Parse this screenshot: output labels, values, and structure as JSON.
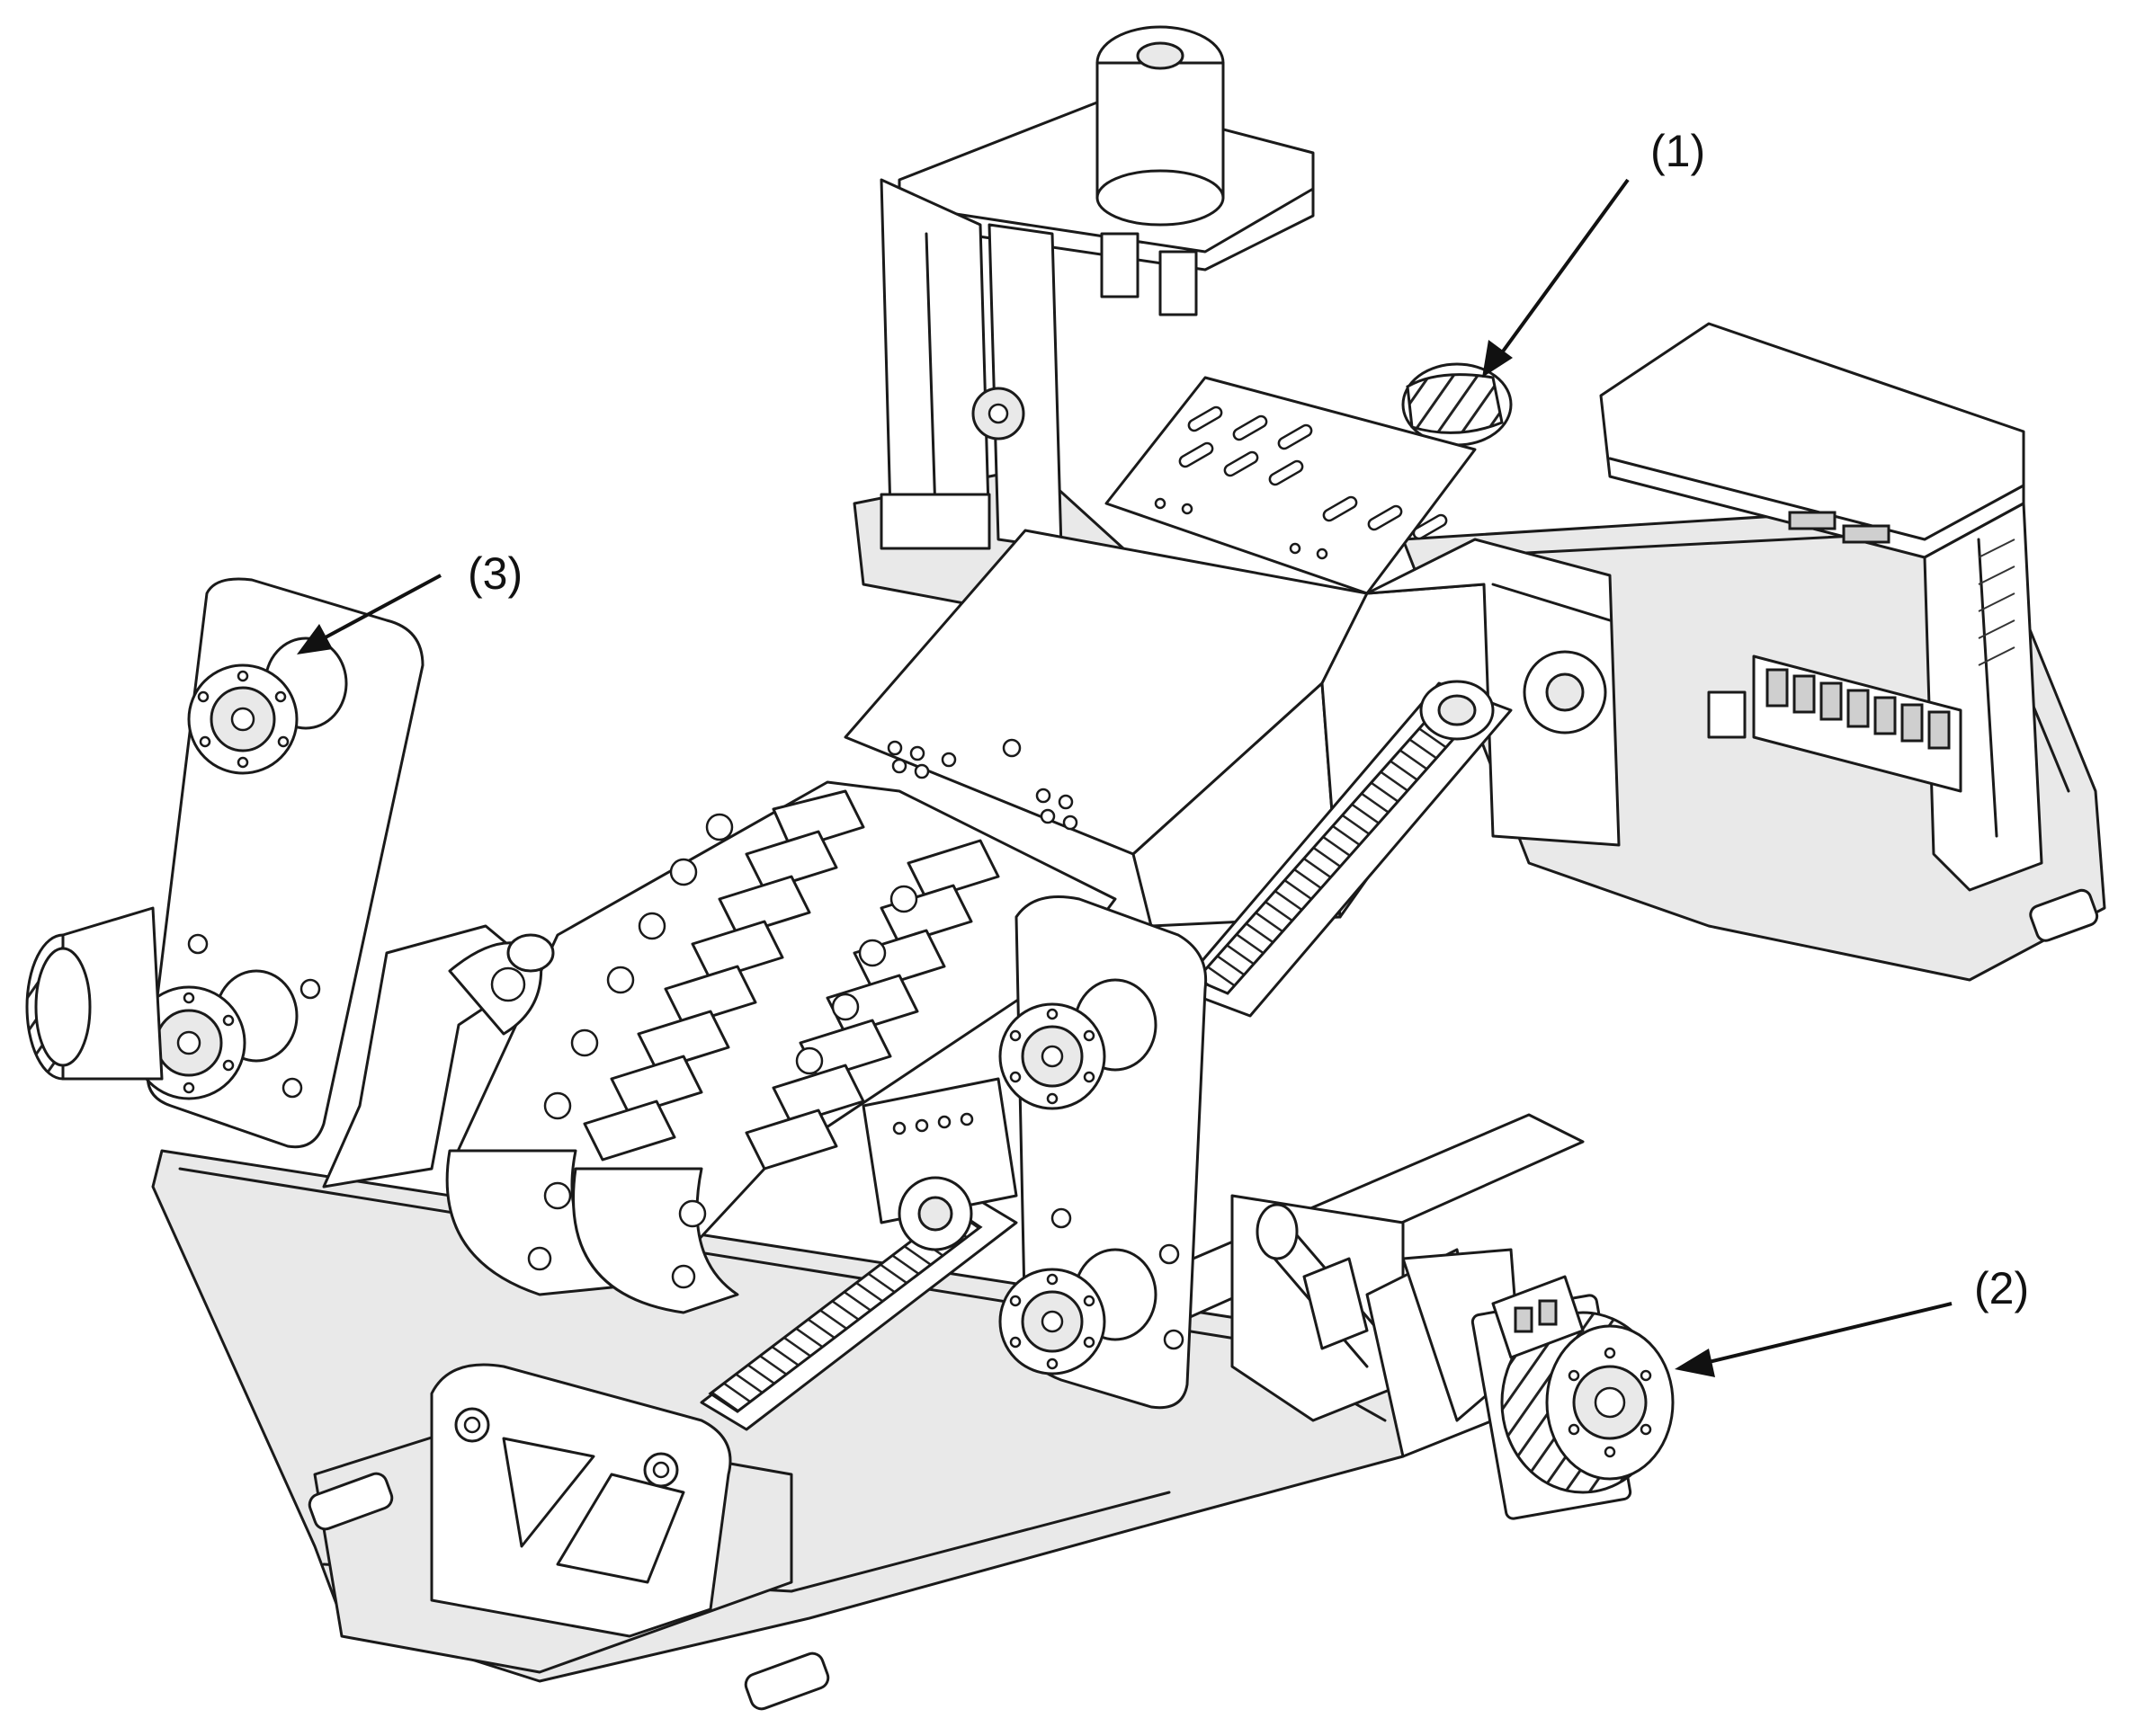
{
  "callouts": [
    {
      "id": "1",
      "label": "(1)"
    },
    {
      "id": "2",
      "label": "(2)"
    },
    {
      "id": "3",
      "label": "(3)"
    }
  ],
  "colors": {
    "line": "#1a1a1a",
    "fill": "#ffffff",
    "shade": "#e9e9e9"
  }
}
